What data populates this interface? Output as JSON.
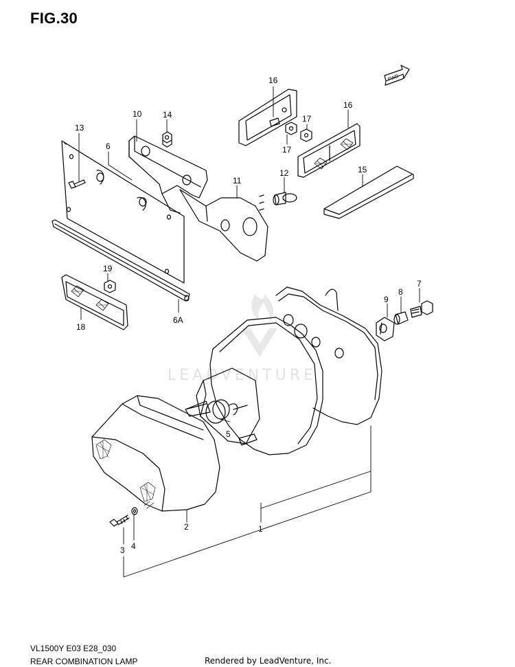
{
  "figure": {
    "title": "FIG.30"
  },
  "footer": {
    "model_code": "VL1500Y E03 E28_030",
    "caption": "REAR COMBINATION LAMP",
    "rendered_by": "Rendered by LeadVenture, Inc."
  },
  "watermark": {
    "text": "LEADVENTURE"
  },
  "fwd_arrow": {
    "text": "FWD"
  },
  "callouts": {
    "c1": "1",
    "c2": "2",
    "c3": "3",
    "c4": "4",
    "c5": "5",
    "c6": "6",
    "c6a": "6A",
    "c7": "7",
    "c8": "8",
    "c9": "9",
    "c10": "10",
    "c11": "11",
    "c12": "12",
    "c13": "13",
    "c14": "14",
    "c15": "15",
    "c16a": "16",
    "c16b": "16",
    "c17a": "17",
    "c17b": "17",
    "c18": "18",
    "c19": "19"
  },
  "colors": {
    "line": "#000000",
    "watermark": "#e2e2e2",
    "background": "#ffffff"
  }
}
